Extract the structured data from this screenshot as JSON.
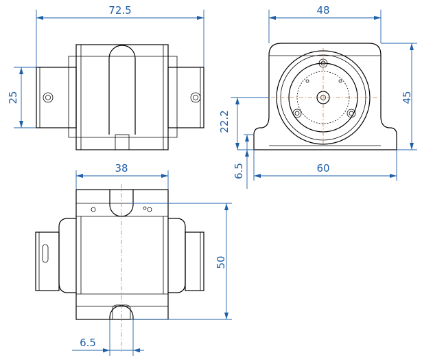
{
  "dimensions": {
    "top_width": "72.5",
    "top_height": "25",
    "right_width_top": "48",
    "right_height": "45",
    "right_center_height": "22.2",
    "right_base_thickness": "6.5",
    "right_width_base": "60",
    "bottom_width": "38",
    "bottom_height": "50",
    "bottom_offset": "6.5"
  },
  "colors": {
    "part_lines": "#000000",
    "dimension_lines": "#1f5fa8",
    "center_lines": "#c8733a"
  }
}
